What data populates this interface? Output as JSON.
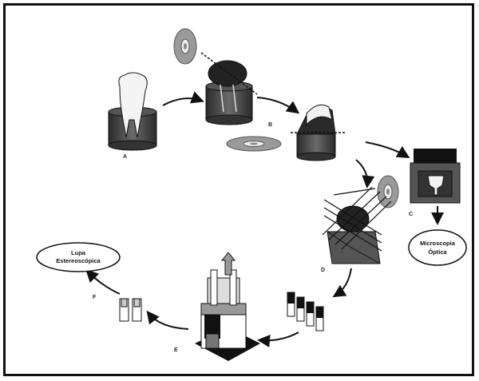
{
  "steps": {
    "a": "A",
    "b": "B",
    "c": "C",
    "d": "D",
    "e": "E",
    "f": "F"
  },
  "ovals": {
    "lupa_line1": "Lupa",
    "lupa_line2": "Estereoscópica",
    "micro_line1": "Microscopia",
    "micro_line2": "Óptica"
  },
  "colors": {
    "border": "#111111",
    "block_dark": "#3a3a3a",
    "block_mid": "#7a7a7a",
    "disc_gray": "#9a9a9a"
  }
}
